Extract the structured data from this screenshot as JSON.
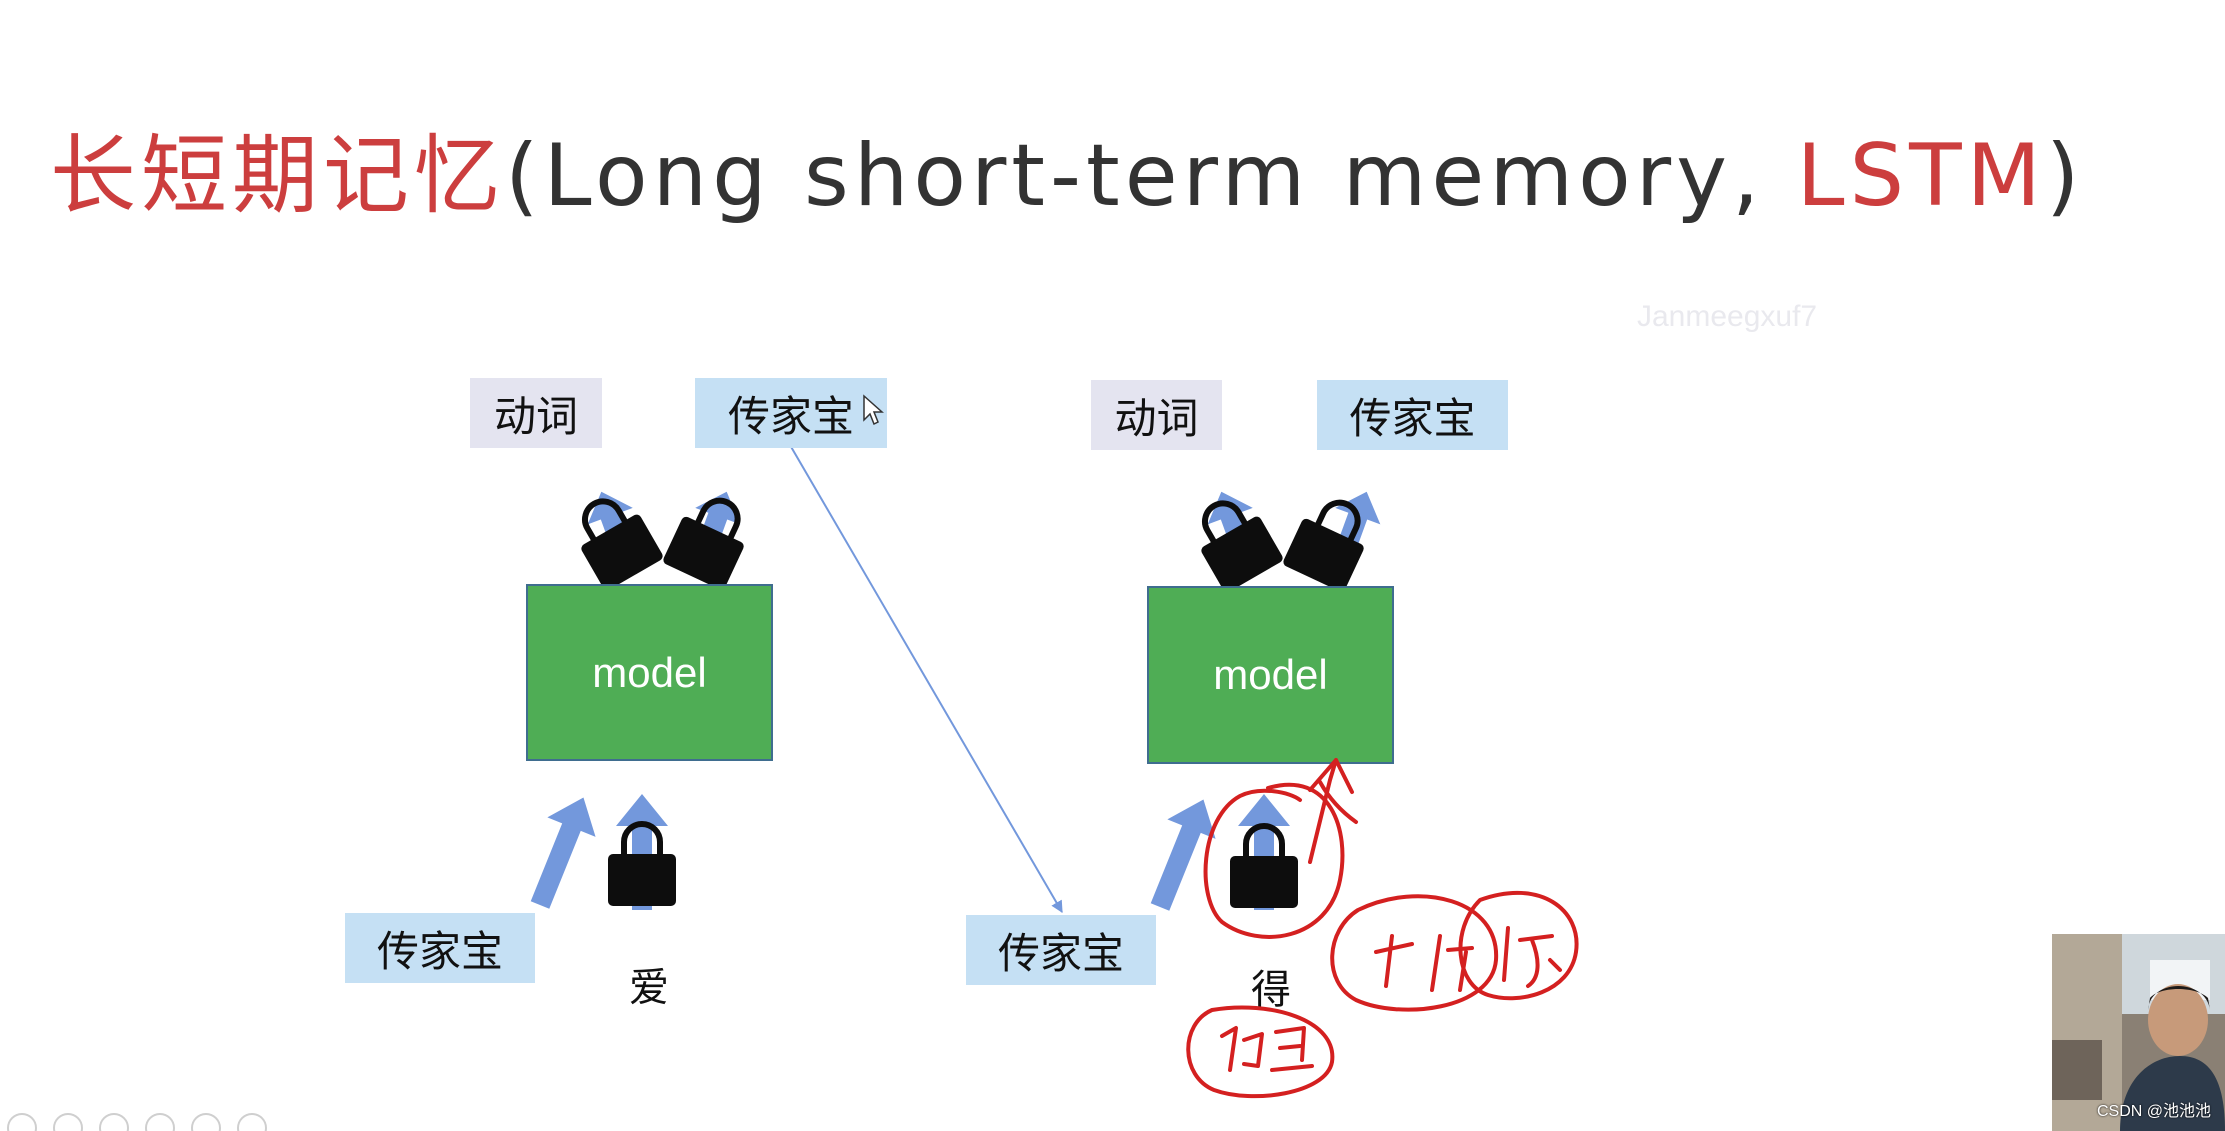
{
  "slide": {
    "title_cn": "长短期记忆",
    "title_open": "(",
    "title_en": "Long short-term memory, ",
    "title_abbr": "LSTM",
    "title_close": ")",
    "watermark": "Janmeegxuf7",
    "footer_credit": "CSDN @池池池"
  },
  "diagram": {
    "left": {
      "output_verb": "动词",
      "output_noun": "传家宝",
      "model_label": "model",
      "input_state": "传家宝",
      "input_word": "爱"
    },
    "right": {
      "output_verb": "动词",
      "output_noun": "传家宝",
      "model_label": "model",
      "input_state": "传家宝",
      "input_word": "得"
    }
  },
  "annotations": {
    "color": "#d42020"
  },
  "colors": {
    "title_red": "#cc3e3e",
    "title_gray": "#333333",
    "blue_box": "#c5e0f4",
    "lilac_box": "#e4e4f0",
    "model_green": "#4fad55",
    "arrow_blue": "#7398dc",
    "lock_black": "#0d0d0d"
  }
}
